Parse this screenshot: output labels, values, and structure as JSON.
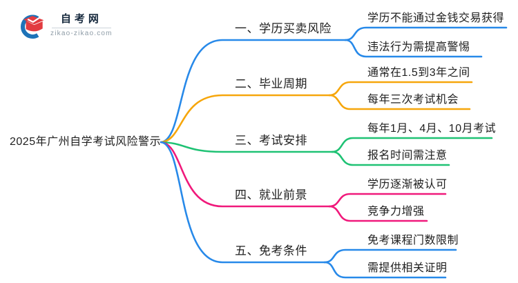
{
  "logo": {
    "title": "自考网",
    "subtitle": "zikao-zikao.com",
    "icon": "graduation-cap-icon",
    "icon_blue": "#1e73b8",
    "icon_red": "#e23b40"
  },
  "central_topic": "2025年广州自学考试风险警示",
  "colors": {
    "blue": "#2789e9",
    "orange": "#f6a60b",
    "green": "#1fc274",
    "pink": "#f0197b",
    "text": "#1e1e1e"
  },
  "branches": [
    {
      "label": "一、学历买卖风险",
      "color": "#2789e9",
      "children": [
        "学历不能通过金钱交易获得",
        "违法行为需提高警惕"
      ]
    },
    {
      "label": "二、毕业周期",
      "color": "#f6a60b",
      "children": [
        "通常在1.5到3年之间",
        "每年三次考试机会"
      ]
    },
    {
      "label": "三、考试安排",
      "color": "#1fc274",
      "children": [
        "每年1月、4月、10月考试",
        "报名时间需注意"
      ]
    },
    {
      "label": "四、就业前景",
      "color": "#f0197b",
      "children": [
        "学历逐渐被认可",
        "竞争力增强"
      ]
    },
    {
      "label": "五、免考条件",
      "color": "#2789e9",
      "children": [
        "免考课程门数限制",
        "需提供相关证明"
      ]
    }
  ]
}
